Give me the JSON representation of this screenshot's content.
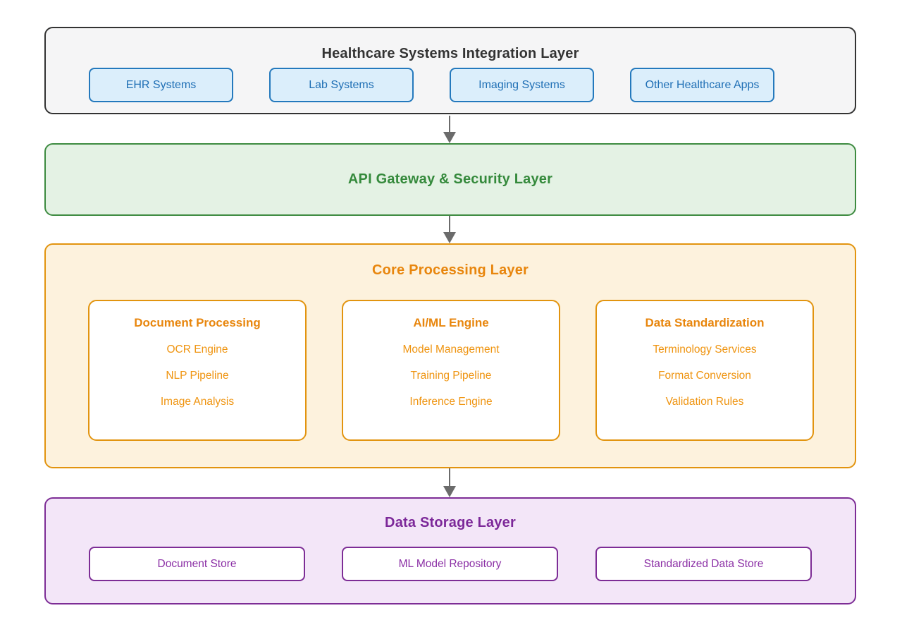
{
  "palette": {
    "integration_fill": "#f5f5f6",
    "integration_border": "#333333",
    "system_fill": "#dbeefb",
    "system_border": "#2479bd",
    "system_text": "#1f6fb5",
    "api_fill": "#e4f2e4",
    "api_border": "#3d8b40",
    "api_title": "#358a3c",
    "core_fill": "#fdf2dd",
    "core_border": "#e2940f",
    "core_title": "#e8860d",
    "core_item_text": "#ef9410",
    "storage_fill": "#f3e6f8",
    "storage_border": "#7d2d96",
    "storage_title": "#7c2899",
    "storage_text": "#8b2fa5",
    "arrow": "#6b6b6b"
  },
  "layers": {
    "integration": {
      "title": "Healthcare Systems Integration Layer",
      "systems": [
        "EHR Systems",
        "Lab Systems",
        "Imaging Systems",
        "Other Healthcare Apps"
      ]
    },
    "api": {
      "title": "API Gateway & Security Layer"
    },
    "core": {
      "title": "Core Processing Layer",
      "modules": [
        {
          "title": "Document Processing",
          "items": [
            "OCR Engine",
            "NLP Pipeline",
            "Image Analysis"
          ]
        },
        {
          "title": "AI/ML Engine",
          "items": [
            "Model Management",
            "Training Pipeline",
            "Inference Engine"
          ]
        },
        {
          "title": "Data Standardization",
          "items": [
            "Terminology Services",
            "Format Conversion",
            "Validation Rules"
          ]
        }
      ]
    },
    "storage": {
      "title": "Data Storage Layer",
      "stores": [
        "Document Store",
        "ML Model Repository",
        "Standardized Data Store"
      ]
    }
  }
}
